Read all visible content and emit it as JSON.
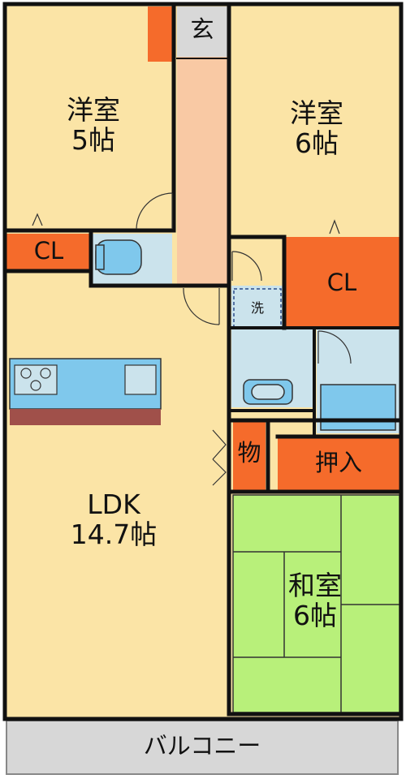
{
  "rooms": {
    "western_room_1": {
      "name": "洋室",
      "size": "5帖"
    },
    "western_room_2": {
      "name": "洋室",
      "size": "6帖"
    },
    "ldk": {
      "name": "LDK",
      "size": "14.7帖"
    },
    "japanese_room": {
      "name": "和室",
      "size": "6帖"
    }
  },
  "storage": {
    "closet_left": "CL",
    "closet_right": "CL",
    "storage_small": "物",
    "oshiire": "押入"
  },
  "entrance": "玄",
  "laundry": "洗",
  "balcony": "バルコニー",
  "colors": {
    "floor": "#fbe4a6",
    "hallway": "#f9c9a4",
    "closet": "#f56b2b",
    "tatami": "#b8f07a",
    "wet_area": "#cbe3ec",
    "kitchen": "#7fc8ec",
    "counter": "#a0504a",
    "wall": "#111111",
    "balcony": "#d7d7d7",
    "entrance": "#d8d8d8"
  }
}
